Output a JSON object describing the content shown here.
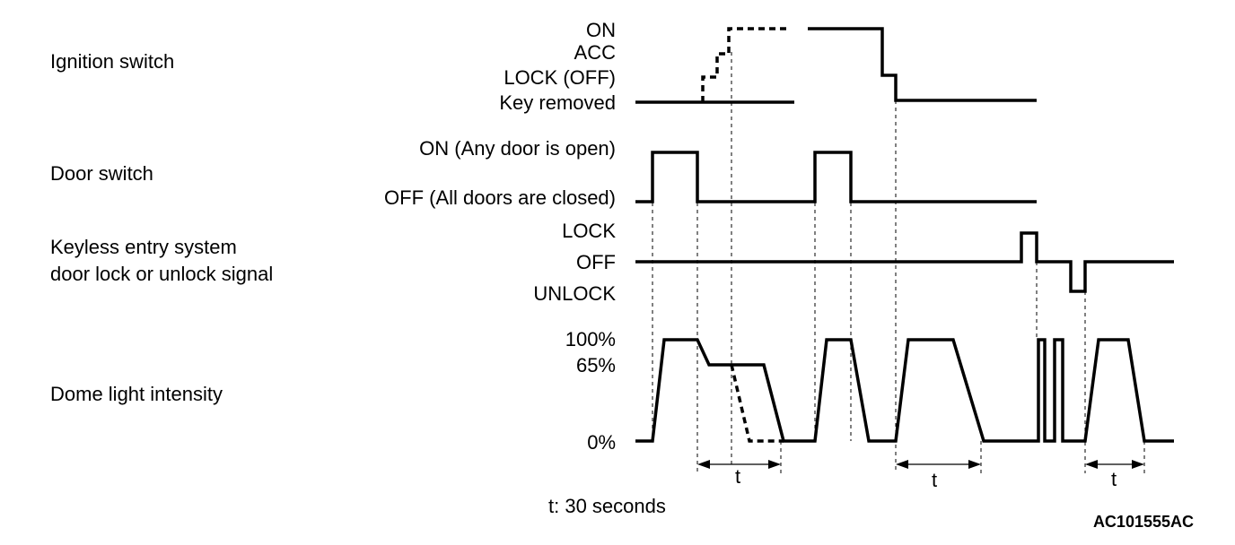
{
  "rows": {
    "ignition": {
      "title": "Ignition switch",
      "states": [
        "ON",
        "ACC",
        "LOCK (OFF)",
        "Key removed"
      ]
    },
    "door": {
      "title": "Door switch",
      "states": [
        "ON (Any door is open)",
        "OFF (All doors are closed)"
      ]
    },
    "keyless": {
      "title_line1": "Keyless entry system",
      "title_line2": "door lock or unlock signal",
      "states": [
        "LOCK",
        "OFF",
        "UNLOCK"
      ]
    },
    "dome": {
      "title": "Dome light intensity",
      "states": [
        "100%",
        "65%",
        "0%"
      ]
    }
  },
  "intervals": [
    {
      "label": "t"
    },
    {
      "label": "t"
    },
    {
      "label": "t"
    }
  ],
  "legend": "t: 30 seconds",
  "figure_code": "AC101555AC"
}
